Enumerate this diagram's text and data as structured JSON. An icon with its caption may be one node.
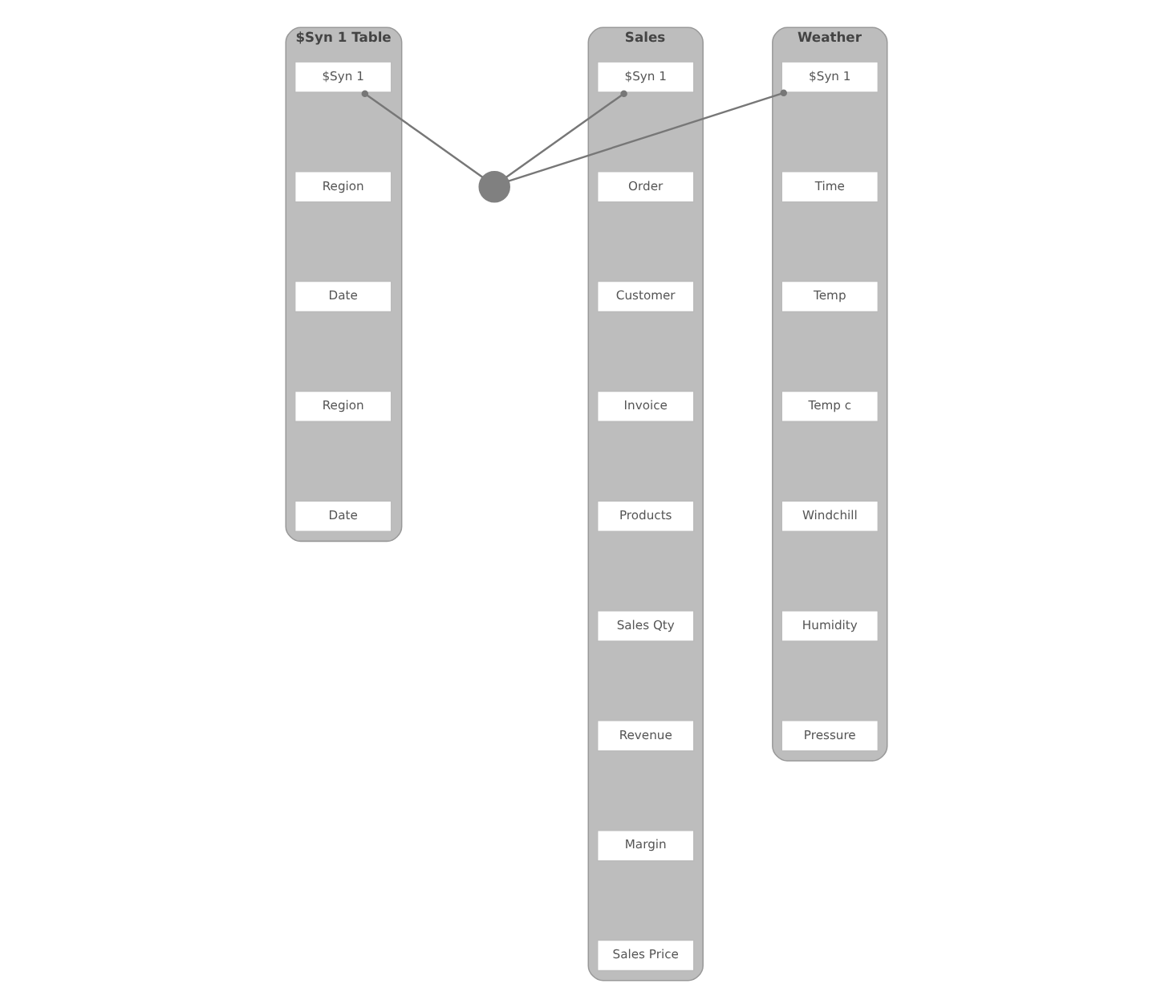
{
  "diagram": {
    "nodes": [
      {
        "text": [
          "$Syn 1 Table"
        ]
      },
      {
        "text": [
          "$Syn 1"
        ],
        "in": 0
      },
      {
        "text": [
          "Region"
        ],
        "in": 0
      },
      {
        "text": [
          "Date"
        ],
        "in": 0
      },
      {
        "text": [
          "Region"
        ],
        "in": 0
      },
      {
        "text": [
          "Date"
        ],
        "in": 0
      },
      {
        "text": [],
        "shape": "circle"
      },
      {
        "text": [
          "Sales"
        ]
      },
      {
        "text": [
          "$Syn 1"
        ],
        "in": 7
      },
      {
        "text": [
          "Order"
        ],
        "in": 7
      },
      {
        "text": [
          "Customer"
        ],
        "in": 7
      },
      {
        "text": [
          "Invoice"
        ],
        "in": 7
      },
      {
        "text": [
          "Products"
        ],
        "in": 7
      },
      {
        "text": [
          "Sales Qty"
        ],
        "in": 7
      },
      {
        "text": [
          "Revenue"
        ],
        "in": 7
      },
      {
        "text": [
          "Margin"
        ],
        "in": 7
      },
      {
        "text": [
          "Sales Price"
        ],
        "in": 7
      },
      {
        "text": [
          "Weather"
        ]
      },
      {
        "text": [
          "$Syn 1"
        ],
        "in": 17
      },
      {
        "text": [
          "Time"
        ],
        "in": 17
      },
      {
        "text": [
          "Temp"
        ],
        "in": 17
      },
      {
        "text": [
          "Temp c"
        ],
        "in": 17
      },
      {
        "text": [
          "Windchill"
        ],
        "in": 17
      },
      {
        "text": [
          "Humidity"
        ],
        "in": 17
      },
      {
        "text": [
          "Pressure"
        ],
        "in": 17
      }
    ],
    "edges": [
      {
        "from": 1,
        "to": 6,
        "arrow": "other"
      },
      {
        "from": 8,
        "to": 6,
        "arrow": "other"
      },
      {
        "from": 18,
        "to": 6,
        "arrow": "other"
      }
    ]
  }
}
